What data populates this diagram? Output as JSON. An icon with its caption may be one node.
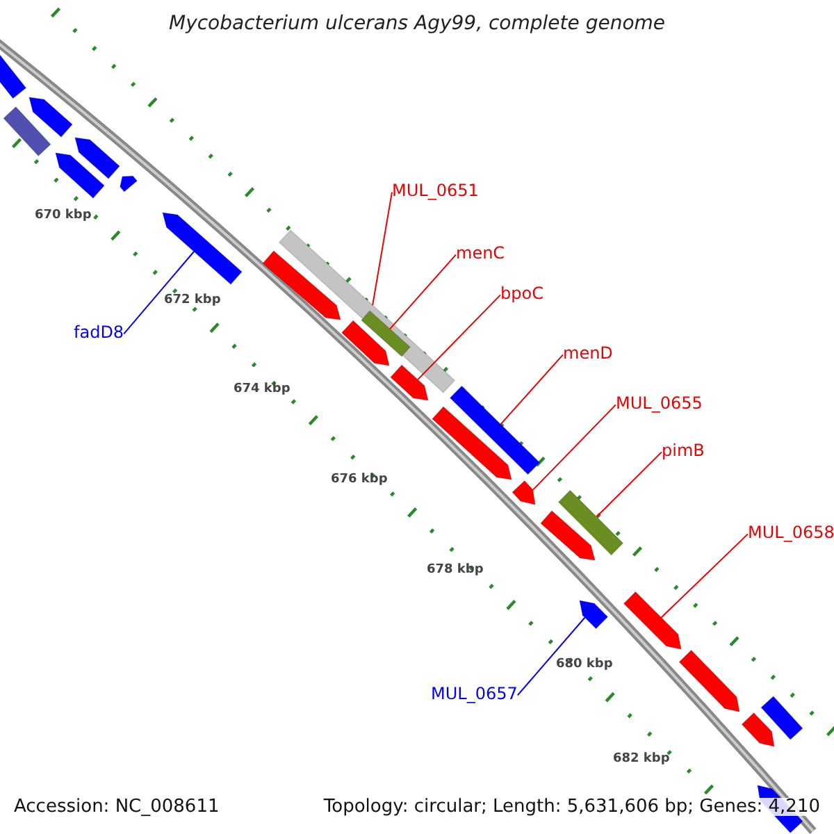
{
  "diagram": {
    "title": "Mycobacterium ulcerans Agy99, complete genome",
    "nodes": [
      {
        "text": [
          "MUL_0651"
        ]
      },
      {
        "text": [
          "menC"
        ]
      },
      {
        "text": [
          "bpoC"
        ]
      },
      {
        "text": [
          "menD"
        ]
      },
      {
        "text": [
          "MUL_0655"
        ]
      },
      {
        "text": [
          "pimB"
        ]
      },
      {
        "text": [
          "MUL_0658"
        ]
      },
      {
        "text": [
          "fadD8"
        ]
      },
      {
        "text": [
          "MUL_0657"
        ]
      },
      {
        "text": [],
        "shape": "bar"
      },
      {
        "text": [],
        "shape": "bar"
      },
      {
        "text": [],
        "shape": "arrow"
      },
      {
        "text": [],
        "shape": "arrow"
      },
      {
        "text": [],
        "shape": "arrow"
      },
      {
        "text": [],
        "shape": "arrow"
      },
      {
        "text": [],
        "shape": "arrow"
      },
      {
        "text": [],
        "shape": "arrow"
      },
      {
        "text": [],
        "shape": "bar"
      },
      {
        "text": [],
        "shape": "arrow"
      },
      {
        "text": [],
        "shape": "bar",
        "in": 17
      },
      {
        "text": [],
        "shape": "arrow"
      },
      {
        "text": [],
        "shape": "arrow"
      },
      {
        "text": [],
        "shape": "bar"
      },
      {
        "text": [],
        "shape": "arrow"
      },
      {
        "text": [],
        "shape": "arrow"
      },
      {
        "text": [],
        "shape": "bar"
      },
      {
        "text": [],
        "shape": "arrow"
      },
      {
        "text": [],
        "shape": "arrow"
      },
      {
        "text": [],
        "shape": "arrow"
      },
      {
        "text": [],
        "shape": "arrow"
      },
      {
        "text": [],
        "shape": "arrow"
      },
      {
        "text": [],
        "shape": "bar"
      }
    ],
    "edges": [
      {
        "from": 0,
        "to": 17,
        "arrow": "none"
      },
      {
        "from": 1,
        "to": 19,
        "arrow": "none"
      },
      {
        "from": 2,
        "to": 20,
        "arrow": "none"
      },
      {
        "from": 3,
        "to": 22,
        "arrow": "none"
      },
      {
        "from": 4,
        "to": 23,
        "arrow": "none"
      },
      {
        "from": 5,
        "to": 25,
        "arrow": "none"
      },
      {
        "from": 6,
        "to": 27,
        "arrow": "none"
      },
      {
        "from": 7,
        "to": 15,
        "arrow": "none",
        "color": "#0000ff"
      },
      {
        "from": 8,
        "to": 26,
        "arrow": "none",
        "color": "#0000ff"
      }
    ],
    "labels": [
      "670 kbp",
      "672 kbp",
      "674 kbp",
      "676 kbp",
      "678 kbp",
      "680 kbp",
      "682 kbp",
      "Accession: NC_008611",
      "Topology: circular; Length: 5,631,606 bp; Genes: 4,210"
    ]
  }
}
